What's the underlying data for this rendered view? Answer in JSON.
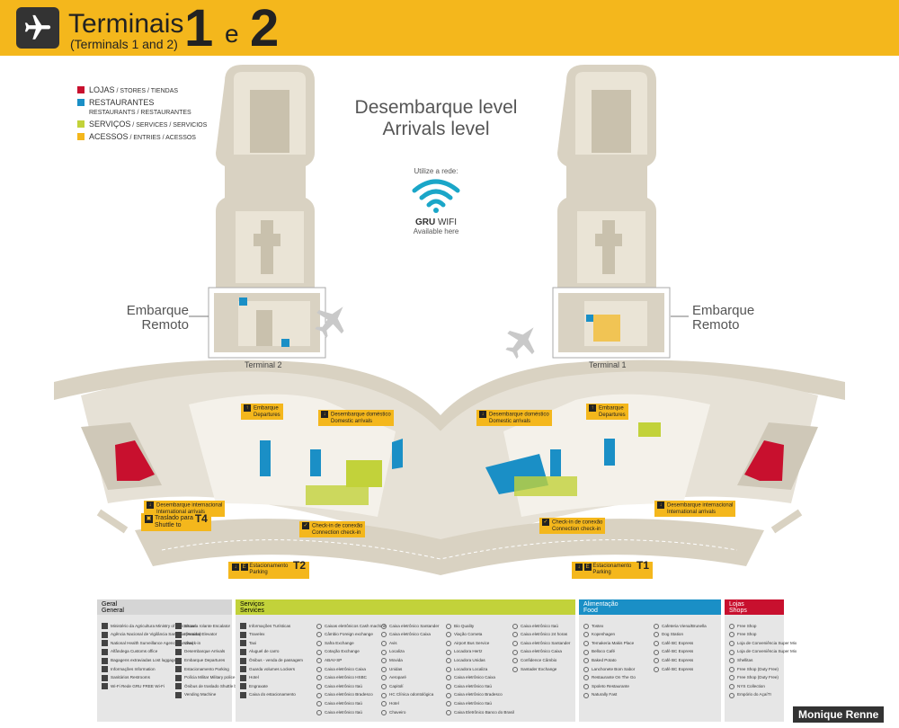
{
  "header": {
    "title": "Terminais",
    "subtitle": "(Terminals 1 and 2)",
    "num_one": "1",
    "conj": "e",
    "num_two": "2",
    "color": "#f4b71c"
  },
  "legend": [
    {
      "main": "LOJAS",
      "sub": " / STORES / TIENDAS",
      "color": "#c8102e"
    },
    {
      "main": "RESTAURANTES",
      "sub": "RESTAURANTS / RESTAURANTES",
      "color": "#1a8fc6"
    },
    {
      "main": "SERVIÇOS",
      "sub": " / SERVICES / SERVICIOS",
      "color": "#c2d23a"
    },
    {
      "main": "ACESSOS",
      "sub": " / ENTRIES / ACESSOS",
      "color": "#f4b71c"
    }
  ],
  "level": {
    "line1": "Desembarque level",
    "line2": "Arrivals level"
  },
  "wifi": {
    "prompt": "Utilize a rede:",
    "brand_a": "GRU",
    "brand_b": " WIFI",
    "available": "Available here",
    "color": "#1aa6c8"
  },
  "map": {
    "remote_left_1": "Embarque",
    "remote_left_2": "Remoto",
    "remote_right_1": "Embarque",
    "remote_right_2": "Remoto",
    "terminal2": "Terminal  2",
    "terminal1": "Terminal  1",
    "tags": {
      "t2_embarque": "Embarque",
      "t2_departures": "Departures",
      "t1_embarque": "Embarque",
      "t1_departures": "Departures",
      "t2_dom_pt": "Desembarque doméstico",
      "t2_dom_en": "Domestic arrivals",
      "t1_dom_pt": "Desembarque doméstico",
      "t1_dom_en": "Domestic arrivals",
      "t2_int_pt": "Desembarque internacional",
      "t2_int_en": "International arrivals",
      "t1_int_pt": "Desembarque internacional",
      "t1_int_en": "International arrivals",
      "t2_conn_pt": "Check-in de conexão",
      "t2_conn_en": "Connection check-in",
      "t1_conn_pt": "Check-in de conexão",
      "t1_conn_en": "Connection check-in",
      "shuttle_pt": "Traslado para",
      "shuttle_en": "Shuttle to",
      "shuttle_dest": "T4",
      "park_t2_pt": "Estacionamento",
      "park_t2_en": "Parking",
      "park_t2_num": "T2",
      "park_t1_pt": "Estacionamento",
      "park_t1_en": "Parking",
      "park_t1_num": "T1"
    }
  },
  "panels": {
    "geral": {
      "title": "Geral",
      "title_en": "General",
      "color": "#d5d5d5",
      "col1": [
        "Ministério da Agricultura Ministry of Agriculture",
        "Agência Nacional de Vigilância Sanitária (Anvisa)",
        "National Health Surveillance Agency (Anvisa)",
        "Alfândega Customs office",
        "Bagagens extraviadas Lost luggage",
        "Informações Information",
        "Sanitários Restrooms",
        "Wi-Fi Rede GRU FREE Wi-Fi"
      ],
      "col2": [
        "Escada rolante Escalator",
        "Elevador Elevator",
        "Check-in",
        "Desembarque Arrivals",
        "Embarque Departures",
        "Estacionamento Parking",
        "Polícia Militar Military police",
        "Ônibus de traslado Shuttle bus",
        "Vending Machine"
      ]
    },
    "servicos": {
      "title": "Serviços",
      "title_en": "Services",
      "color": "#c2d23a",
      "col1": [
        "Informações Turísticas",
        "Travelex",
        "Taxi",
        "Aluguel de carro",
        "Ônibus - venda de passagem",
        "Guarda volumes Lockers",
        "Hotel",
        "Engraxate",
        "Caixa do estacionamento"
      ],
      "col2": [
        "Caixas eletrônicos Cash machine",
        "Câmbio Foreign exchange",
        "Safra Exchange",
        "Cotação Exchange",
        "ABAV-SP",
        "Caixa eletrônico Caixa",
        "Caixa eletrônico HSBC",
        "Caixa eletrônico Itaú",
        "Caixa eletrônico Bradesco",
        "Caixa eletrônico Itaú",
        "Caixa eletrônico Itaú"
      ],
      "col3": [
        "Caixa eletrônico Santander",
        "Caixa eletrônico Caixa",
        "Avis",
        "Localiza",
        "Movida",
        "Unidas",
        "Aeroparé",
        "Capitolí",
        "HC Clínica odontológica",
        "Hotel",
        "Chaveiro"
      ],
      "col4": [
        "Bio Quality",
        "Viação Cometa",
        "Airport Bus Service",
        "Locadora Hertz",
        "Locadora Unidas",
        "Locadora Localiza",
        "Caixa eletrônico Caixa",
        "Caixa eletrônico Itaú",
        "Caixa eletrônico Bradesco",
        "Caixa eletrônico Itaú",
        "Caixa Eletrônico Banco do Brasil"
      ],
      "col5": [
        "Caixa eletrônico Itaú",
        "Caixa eletrônico 24 horas",
        "Caixa eletrônico Santander",
        "Caixa eletrônico Caixa",
        "Confidence Câmbio",
        "Santader Exchange"
      ]
    },
    "alimentacao": {
      "title": "Alimentação",
      "title_en": "Food",
      "color": "#1a8fc6",
      "col1": [
        "Tostex",
        "Kopenhagen",
        "Temakeria Makis Place",
        "Belloco Café",
        "Baked Potato",
        "Lanchonete Bom Sabor",
        "Restaurante On The Go",
        "Spoleto Restaurante",
        "Naturally Fast"
      ],
      "col2": [
        "Cafeteria Viena/Brunella",
        "Dog Station",
        "Café BC Express",
        "Café BC Express",
        "Café BC Express",
        "Café BC Express"
      ]
    },
    "lojas": {
      "title": "Lojas",
      "title_en": "Shops",
      "color": "#c8102e",
      "col1": [
        "Free Shop",
        "Free Shop",
        "Loja de Conveniência Super Mix",
        "Loja de Conveniência Super Mix",
        "Shellitas",
        "Free Shop (Duty Free)",
        "Free Shop (Duty Free)",
        "NYS Collection",
        "Empório do AçaíTI"
      ]
    }
  },
  "credit": "Monique Renne"
}
